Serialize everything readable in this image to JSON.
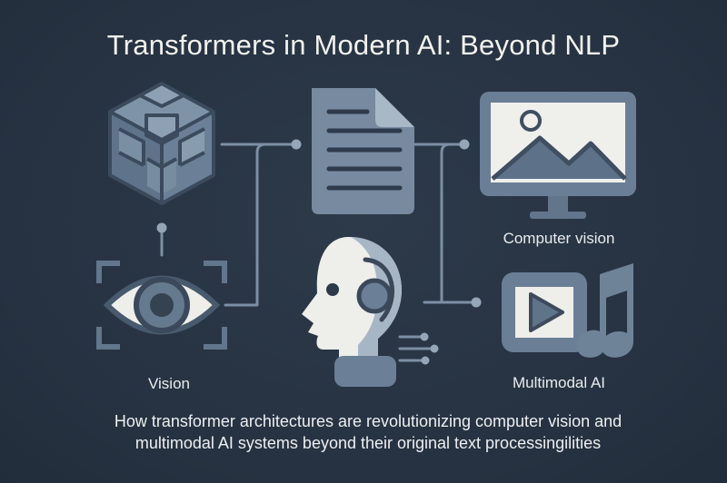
{
  "diagram": {
    "title": "Transformers in Modern AI: Beyond NLP",
    "labels": {
      "vision": "Vision",
      "computer_vision": "Computer vision",
      "multimodal": "Multimodal AI"
    },
    "subtitle_line1": "How transformer architectures are revolutionizing computer vision and",
    "subtitle_line2": "multimodal AI systems beyond their original text processingilities"
  },
  "colors": {
    "background": "#263241",
    "icon_primary": "#6f8297",
    "icon_secondary": "#8ea1b4",
    "icon_light": "#eeeeea",
    "connector": "#7e91a5"
  },
  "icons": [
    "transformer-cube-icon",
    "document-icon",
    "monitor-landscape-icon",
    "eye-scan-icon",
    "ai-head-headset-icon",
    "video-play-icon",
    "music-note-icon"
  ]
}
